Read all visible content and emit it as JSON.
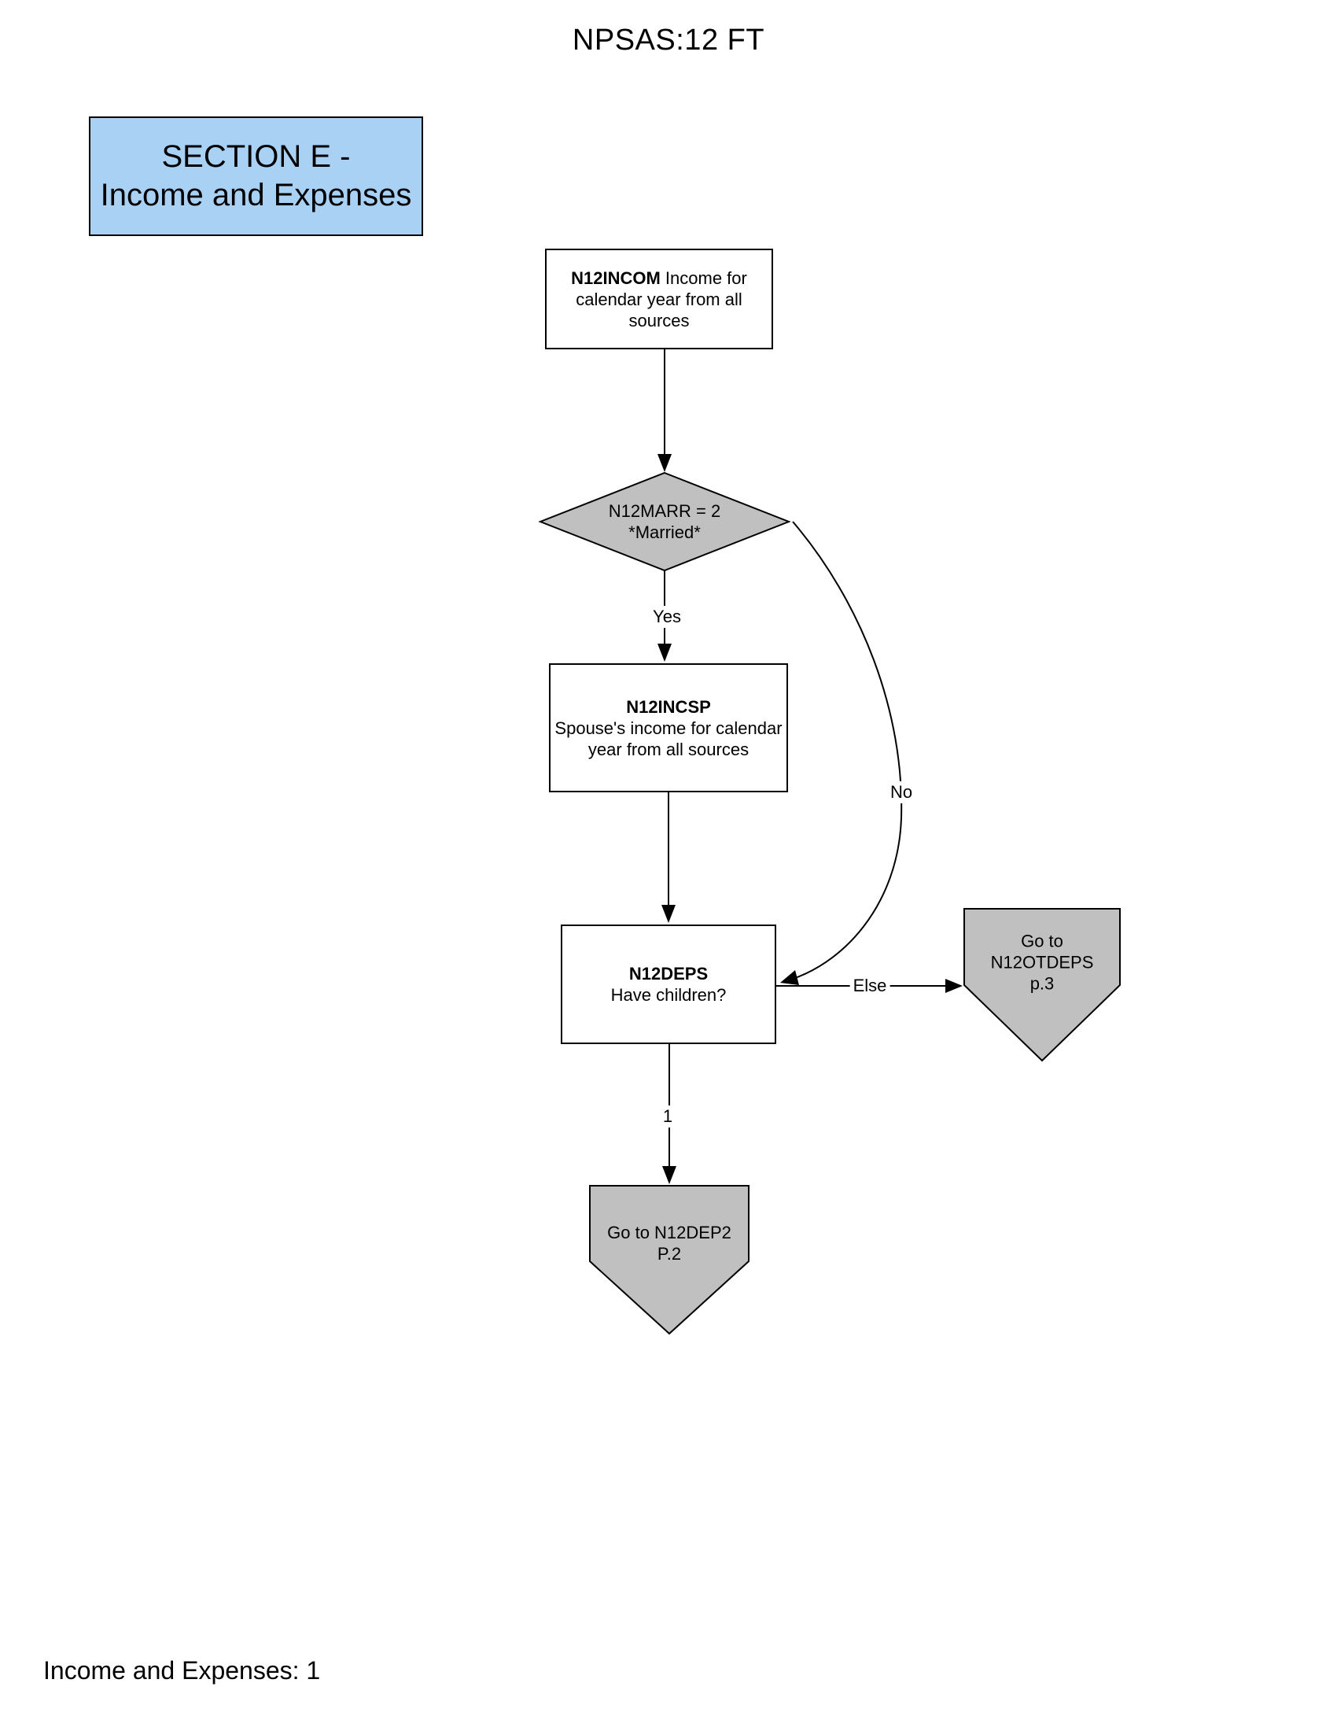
{
  "page": {
    "title": "NPSAS:12 FT",
    "footer": "Income and Expenses: 1"
  },
  "section_header": {
    "line1": "SECTION E -",
    "line2": "Income and Expenses",
    "fill_color": "#A9D1F4"
  },
  "colors": {
    "connector_fill": "#C0C0C0",
    "decision_fill": "#C0C0C0",
    "line_color": "#000000",
    "box_fill": "#FFFFFF"
  },
  "nodes": {
    "n12incom": {
      "code": "N12INCOM",
      "rest": " Income for calendar year from all sources"
    },
    "n12marr": {
      "line1": "N12MARR = 2",
      "line2": "*Married*"
    },
    "n12incsp": {
      "code": "N12INCSP",
      "rest": "Spouse's income for calendar year from all sources"
    },
    "n12deps": {
      "code": "N12DEPS",
      "rest": "Have children?"
    },
    "goto_otdeps": {
      "line1": "Go to",
      "line2": "N12OTDEPS",
      "line3": "p.3"
    },
    "goto_dep2": {
      "line1": "Go to N12DEP2",
      "line2": "P.2"
    }
  },
  "edges": {
    "yes_label": "Yes",
    "no_label": "No",
    "else_label": "Else",
    "one_label": "1"
  }
}
